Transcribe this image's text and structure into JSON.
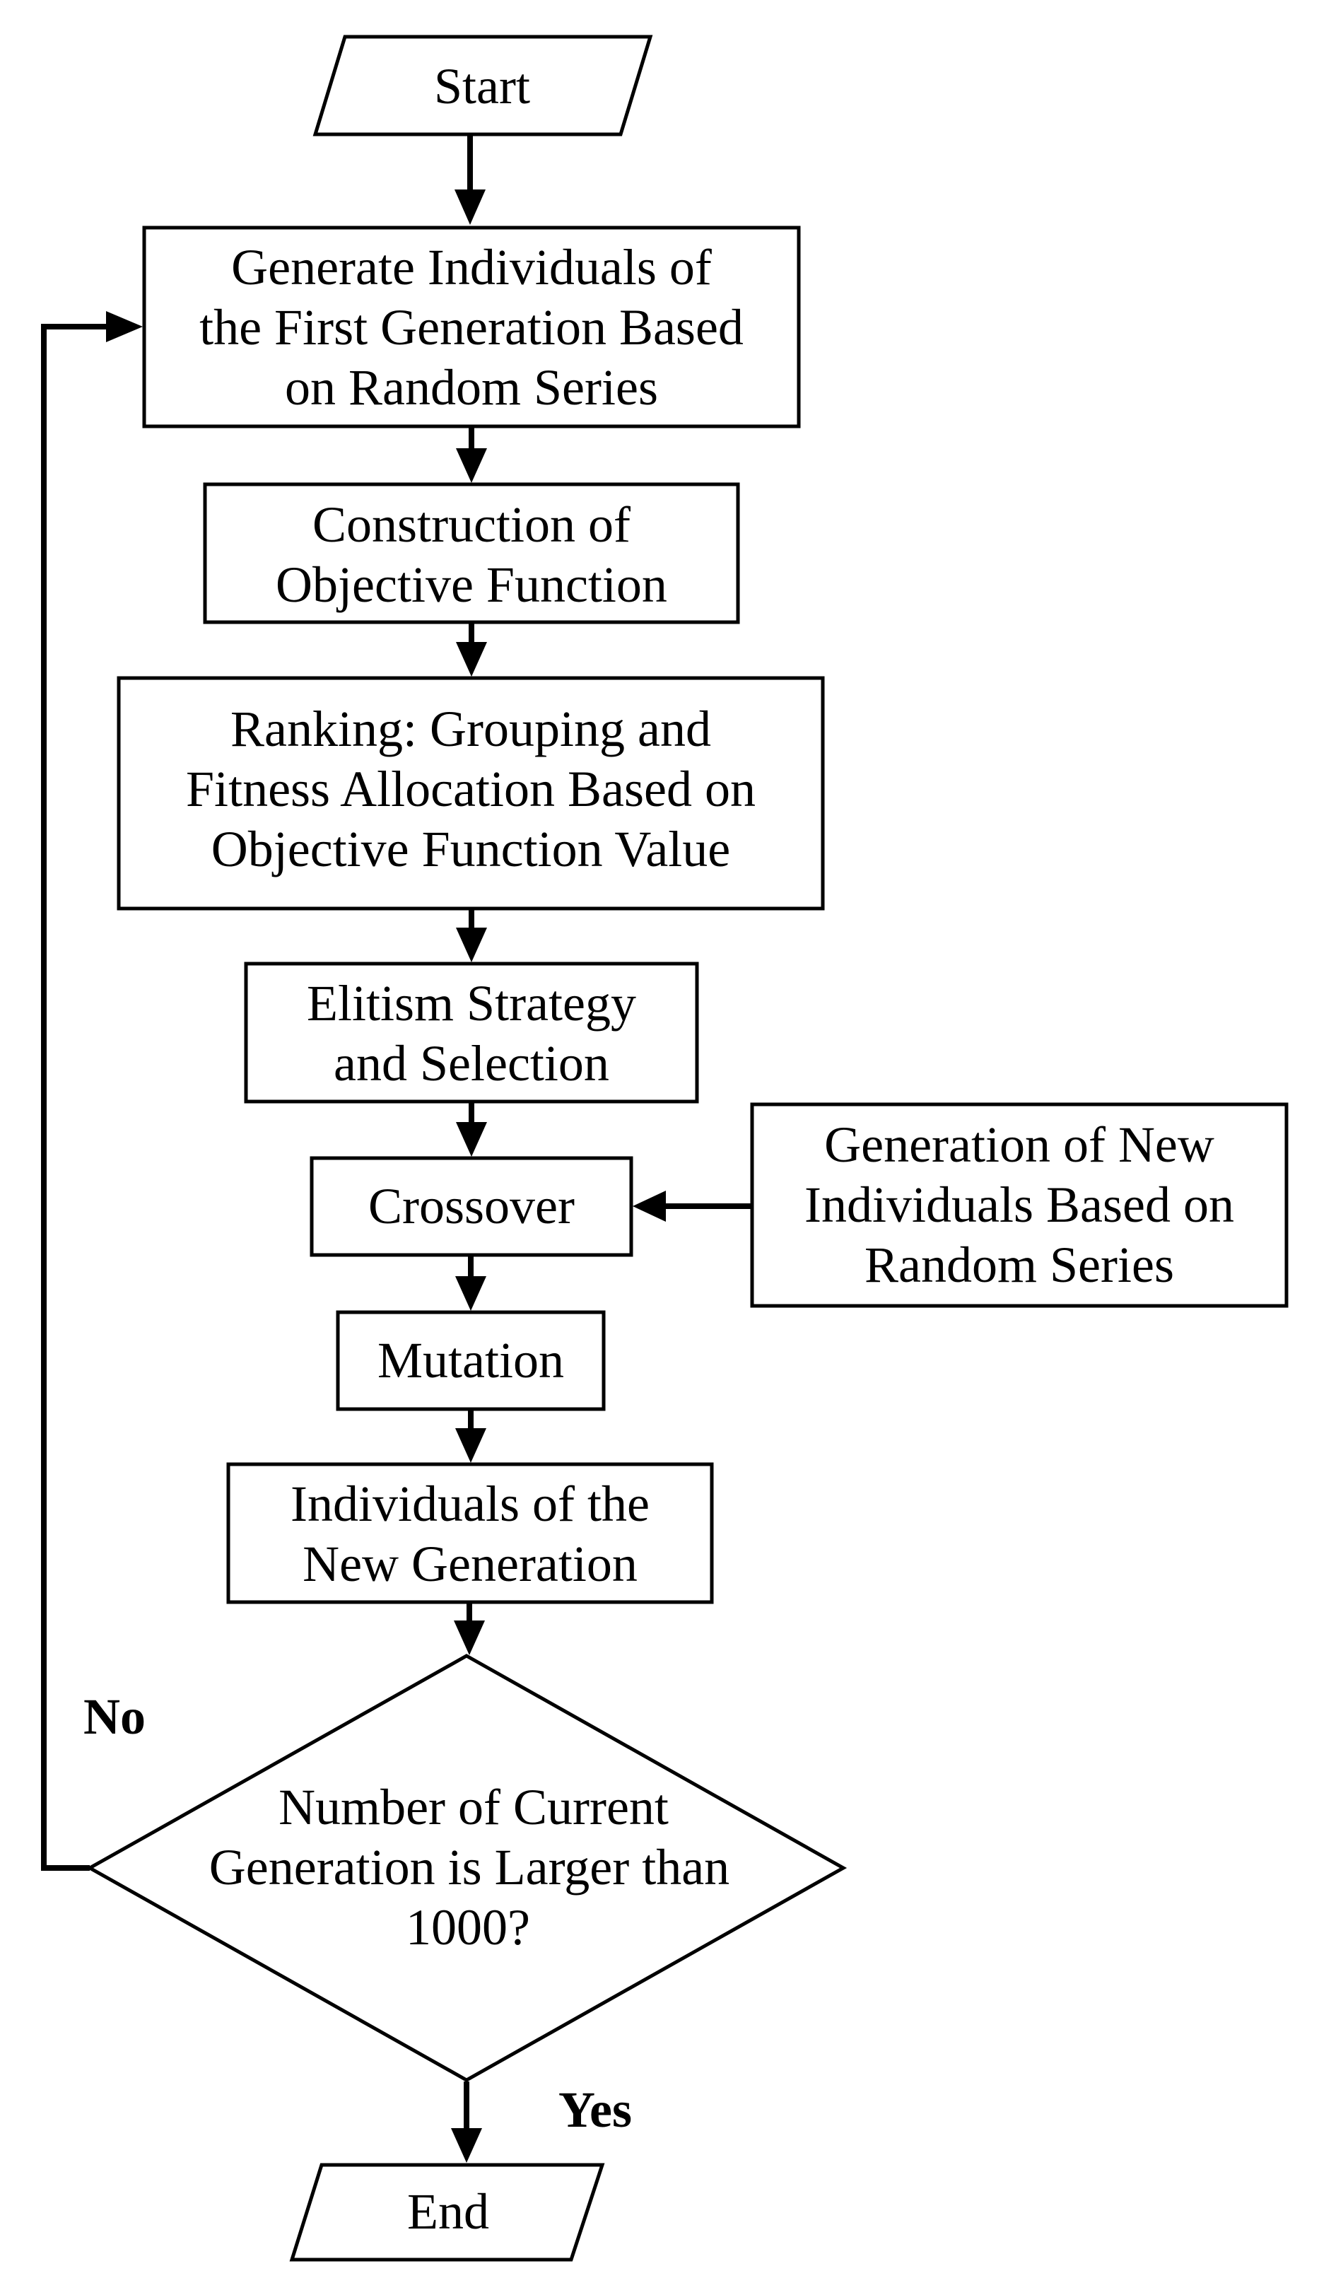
{
  "diagram": {
    "start": {
      "label": "Start"
    },
    "generate_first": {
      "lines": [
        "Generate Individuals of",
        "the First Generation Based",
        "on Random Series"
      ]
    },
    "construction": {
      "lines": [
        "Construction of",
        "Objective Function"
      ]
    },
    "ranking": {
      "lines": [
        "Ranking: Grouping and",
        "Fitness Allocation Based on",
        "Objective Function Value"
      ]
    },
    "elitism": {
      "lines": [
        "Elitism Strategy",
        "and Selection"
      ]
    },
    "crossover": {
      "label": "Crossover"
    },
    "new_random": {
      "lines": [
        "Generation of New",
        "Individuals Based on",
        "Random Series"
      ]
    },
    "mutation": {
      "label": "Mutation"
    },
    "new_generation": {
      "lines": [
        "Individuals of the",
        "New Generation"
      ]
    },
    "decision": {
      "lines": [
        "Number of Current",
        "Generation is Larger than",
        "1000?"
      ]
    },
    "no_label": "No",
    "yes_label": "Yes",
    "end": {
      "label": "End"
    }
  }
}
